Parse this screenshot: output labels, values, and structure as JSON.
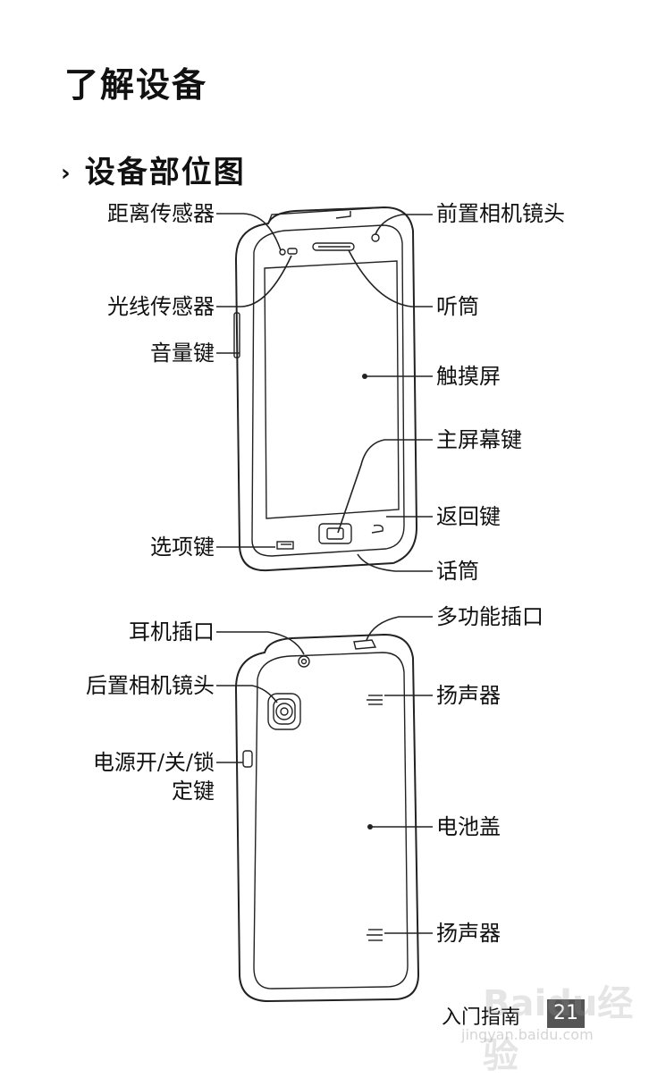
{
  "page": {
    "title": "了解设备",
    "section_title": "设备部位图",
    "section_chevron": "›",
    "footer_text": "入门指南",
    "page_number": "21",
    "watermark": "Baidu经验",
    "watermark_url": "jingyan.baidu.com"
  },
  "front_labels": {
    "proximity_sensor": "距离传感器",
    "light_sensor": "光线传感器",
    "volume_key": "音量键",
    "option_key": "选项键",
    "front_camera": "前置相机镜头",
    "earpiece": "听筒",
    "touchscreen": "触摸屏",
    "home_key": "主屏幕键",
    "back_key": "返回键",
    "microphone": "话筒"
  },
  "back_labels": {
    "headset_jack": "耳机插口",
    "rear_camera": "后置相机镜头",
    "power_key_line1": "电源开/关/锁",
    "power_key_line2": "定键",
    "multifunction_jack": "多功能插口",
    "speaker_top": "扬声器",
    "battery_cover": "电池盖",
    "speaker_bottom": "扬声器"
  }
}
